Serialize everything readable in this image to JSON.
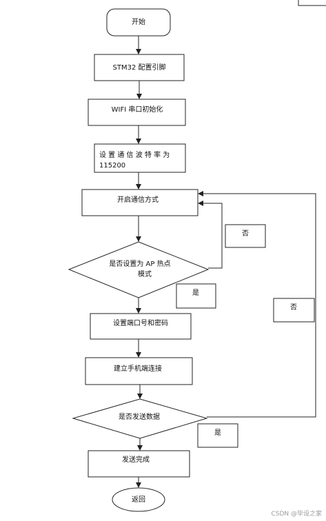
{
  "flowchart": {
    "nodes": {
      "start": "开始",
      "config_pins": "STM32 配置引脚",
      "wifi_uart_init": "WIFI 串口初始化",
      "set_baud_line1": "设 置 通 信 波 特 率 为",
      "set_baud_line2": "115200",
      "enable_comm_mode": "开启通信方式",
      "ap_question_line1": "是否设置为 AP 热点",
      "ap_question_line2": "模式",
      "set_port_password": "设置端口号和密码",
      "connect_phone": "建立手机端连接",
      "send_data_question": "是否发送数据",
      "send_done": "发送完成",
      "return": "返回"
    },
    "edge_labels": {
      "ap_no": "否",
      "ap_yes": "是",
      "send_no": "否",
      "send_yes": "是"
    }
  },
  "watermark": "CSDN @毕设之家"
}
